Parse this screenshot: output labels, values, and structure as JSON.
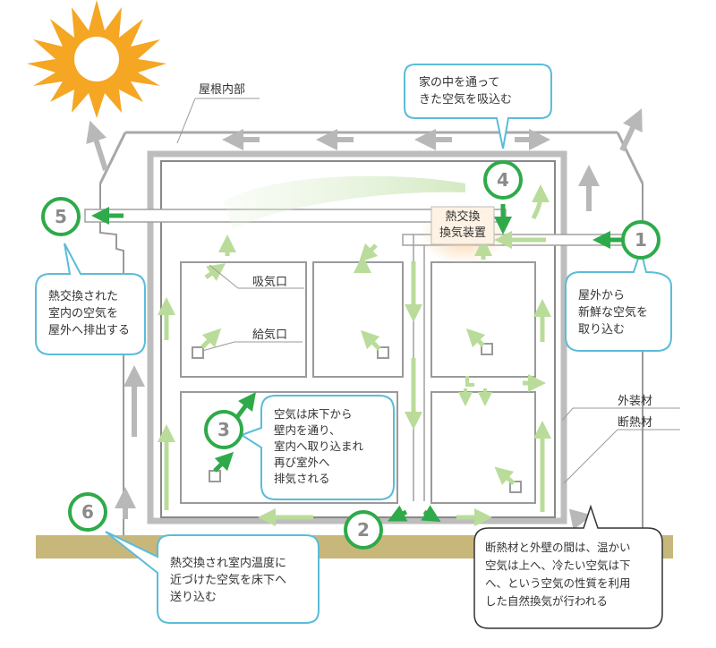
{
  "labels": {
    "roof_inside": "屋根内部",
    "exhaust_port": "吸気口",
    "supply_port": "給気口",
    "exterior_material": "外装材",
    "insulation": "断熱材",
    "hx_unit": "熱交換\n換気装置"
  },
  "steps": [
    {
      "number": "1",
      "text": "屋外から\n新鮮な空気を\n取り込む"
    },
    {
      "number": "2",
      "text": ""
    },
    {
      "number": "3",
      "text": "空気は床下から\n壁内を通り、\n室内へ取り込まれ\n再び室外へ\n排気される"
    },
    {
      "number": "4",
      "text": "家の中を通って\nきた空気を吸込む"
    },
    {
      "number": "5",
      "text": "熱交換された\n室内の空気を\n屋外へ排出する"
    },
    {
      "number": "6",
      "text": "熱交換され室内温度に\n近づけた空気を床下へ\n送り込む"
    }
  ],
  "notes": {
    "natural_ventilation": "断熱材と外壁の間は、温かい\n空気は上へ、冷たい空気は下\nへ、という空気の性質を利用\nした自然換気が行われる"
  },
  "colors": {
    "sun": "#f5a623",
    "fresh_air": "#2eaa4a",
    "supply_air_light": "#b9dc9a",
    "natural_air": "#b8b8b8",
    "callout_border": "#5bbcd8",
    "ground": "#c8b77a",
    "wall": "#9a9a9a"
  }
}
